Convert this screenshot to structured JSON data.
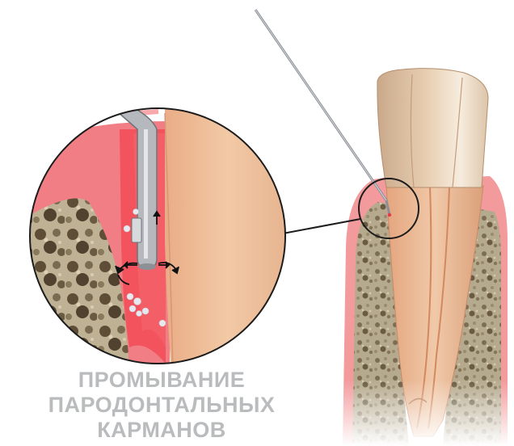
{
  "caption": {
    "lines": [
      "ПРОМЫВАНИЕ",
      "ПАРОДОНТАЛЬНЫХ",
      "КАРМАНОВ"
    ]
  },
  "colors": {
    "gum_pink": "#f28f92",
    "gum_light": "#f6b6b3",
    "pocket_red": "#f0505a",
    "bone": "#b8ab8f",
    "bone_dark": "#6f5f46",
    "root_peach": "#e9b48f",
    "crown": "#ead7bd",
    "instrument": "#b3b6bb",
    "caption_gray": "#b9bbbd",
    "outline": "#1c1c1c"
  },
  "icons": [
    "arrow-left-icon",
    "arrow-right-icon",
    "arrow-up-icon"
  ]
}
